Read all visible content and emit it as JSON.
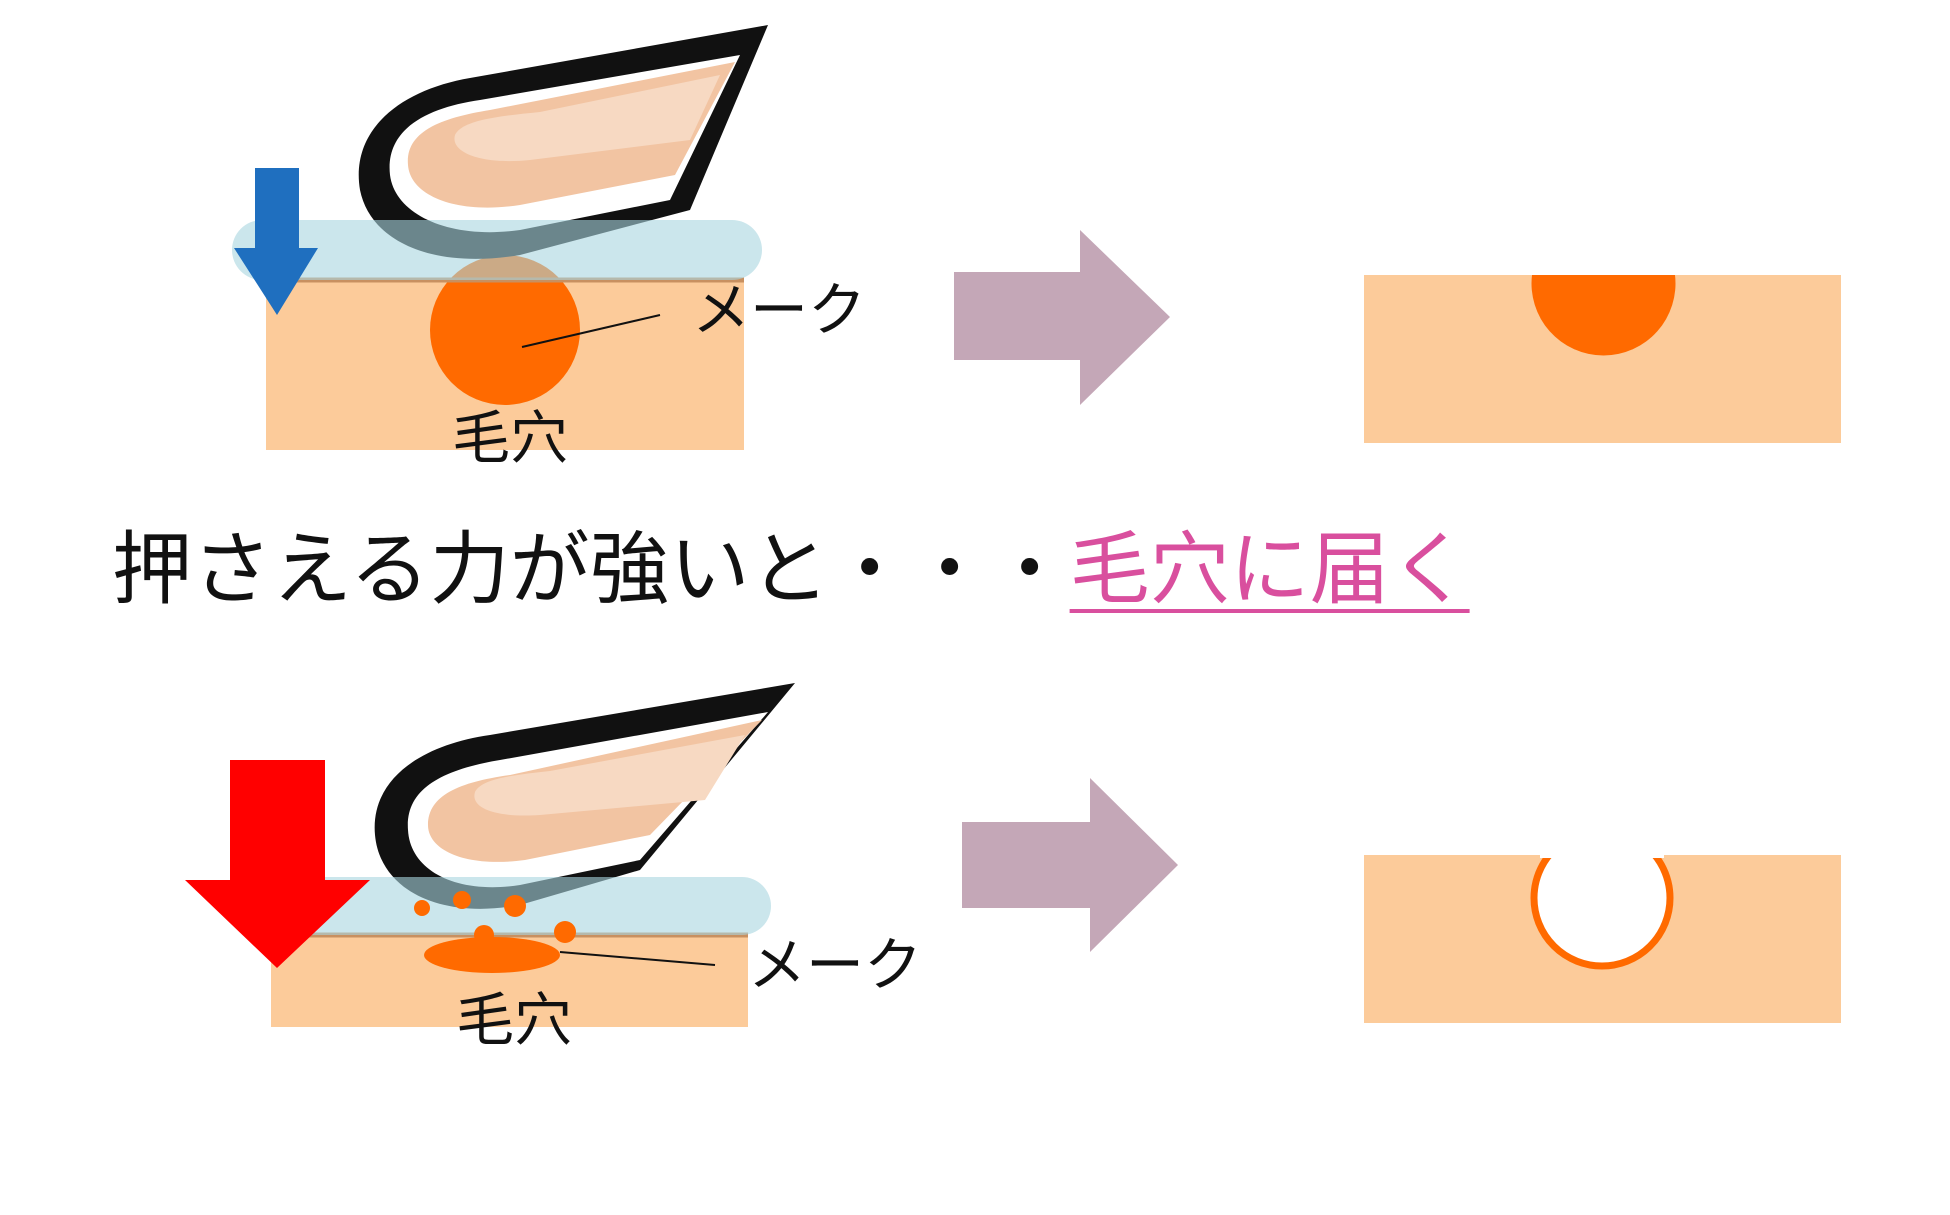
{
  "panels": [
    {
      "makeup_label": "メーク",
      "pore_label": "毛穴",
      "arrow_color": "#1f6fbf"
    },
    {
      "makeup_label": "メーク",
      "pore_label": "毛穴",
      "arrow_color": "#ff0000"
    }
  ],
  "caption": {
    "text": "押さえる力が強いと・・・",
    "highlight": "毛穴に届く"
  },
  "colors": {
    "skin": "#fccb9a",
    "makeup": "#ff6a00",
    "transition_arrow": "#c4a7b7",
    "highlight": "#d94f9e",
    "sponge": "#c8e6ec",
    "finger_outline": "#111111",
    "finger_fill": "#f2c4a2"
  }
}
